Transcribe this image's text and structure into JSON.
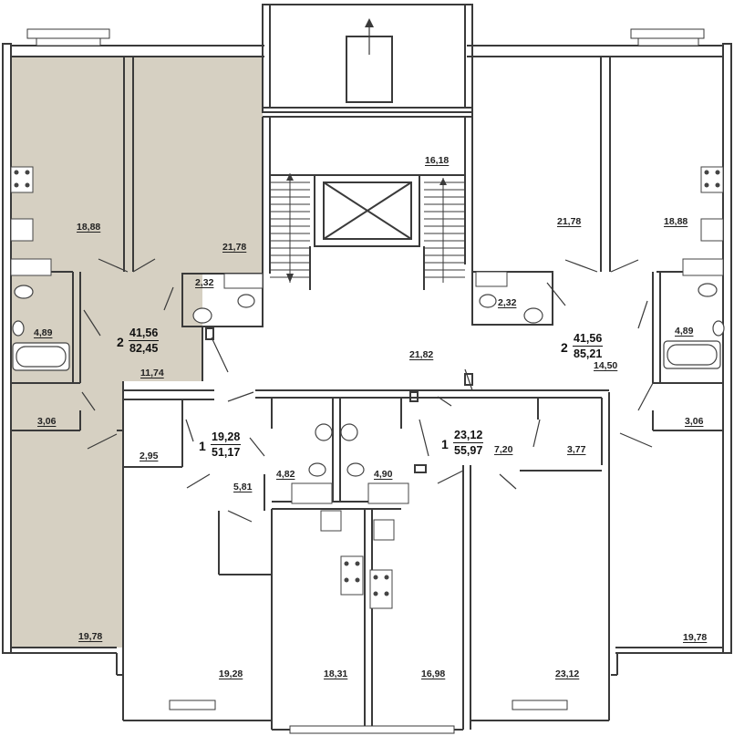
{
  "plan": {
    "colors": {
      "highlight": "#d6d0c2",
      "wall": "#3a3a3a",
      "fixture": "#444444"
    },
    "apartments": [
      {
        "id": "left-2room",
        "rooms": "2",
        "living": "41,56",
        "total": "82,45",
        "highlighted": true
      },
      {
        "id": "right-2room",
        "rooms": "2",
        "living": "41,56",
        "total": "85,21",
        "highlighted": false
      },
      {
        "id": "center-left-1room",
        "rooms": "1",
        "living": "19,28",
        "total": "51,17",
        "highlighted": false
      },
      {
        "id": "center-right-1room",
        "rooms": "1",
        "living": "23,12",
        "total": "55,97",
        "highlighted": false
      }
    ],
    "rooms": [
      {
        "id": "l-room-a",
        "area": "18,88"
      },
      {
        "id": "l-room-b",
        "area": "21,78"
      },
      {
        "id": "l-wc",
        "area": "2,32"
      },
      {
        "id": "l-bath",
        "area": "4,89"
      },
      {
        "id": "l-hall",
        "area": "11,74"
      },
      {
        "id": "l-closet",
        "area": "3,06"
      },
      {
        "id": "l-kitchen",
        "area": "19,78"
      },
      {
        "id": "stair-hall",
        "area": "16,18"
      },
      {
        "id": "corridor",
        "area": "21,82"
      },
      {
        "id": "r-room-a",
        "area": "21,78"
      },
      {
        "id": "r-room-b",
        "area": "18,88"
      },
      {
        "id": "r-wc",
        "area": "2,32"
      },
      {
        "id": "r-bath",
        "area": "4,89"
      },
      {
        "id": "r-hall",
        "area": "14,50"
      },
      {
        "id": "r-closet",
        "area": "3,06"
      },
      {
        "id": "r-kitchen",
        "area": "19,78"
      },
      {
        "id": "c1-closet",
        "area": "2,95"
      },
      {
        "id": "c1-hall",
        "area": "5,81"
      },
      {
        "id": "c1-bath",
        "area": "4,82"
      },
      {
        "id": "c1-room",
        "area": "19,28"
      },
      {
        "id": "c1-kitchen",
        "area": "18,31"
      },
      {
        "id": "c2-bath",
        "area": "4,90"
      },
      {
        "id": "c2-hall",
        "area": "7,20"
      },
      {
        "id": "c2-closet",
        "area": "3,77"
      },
      {
        "id": "c2-kitchen",
        "area": "16,98"
      },
      {
        "id": "c2-room",
        "area": "23,12"
      }
    ]
  }
}
